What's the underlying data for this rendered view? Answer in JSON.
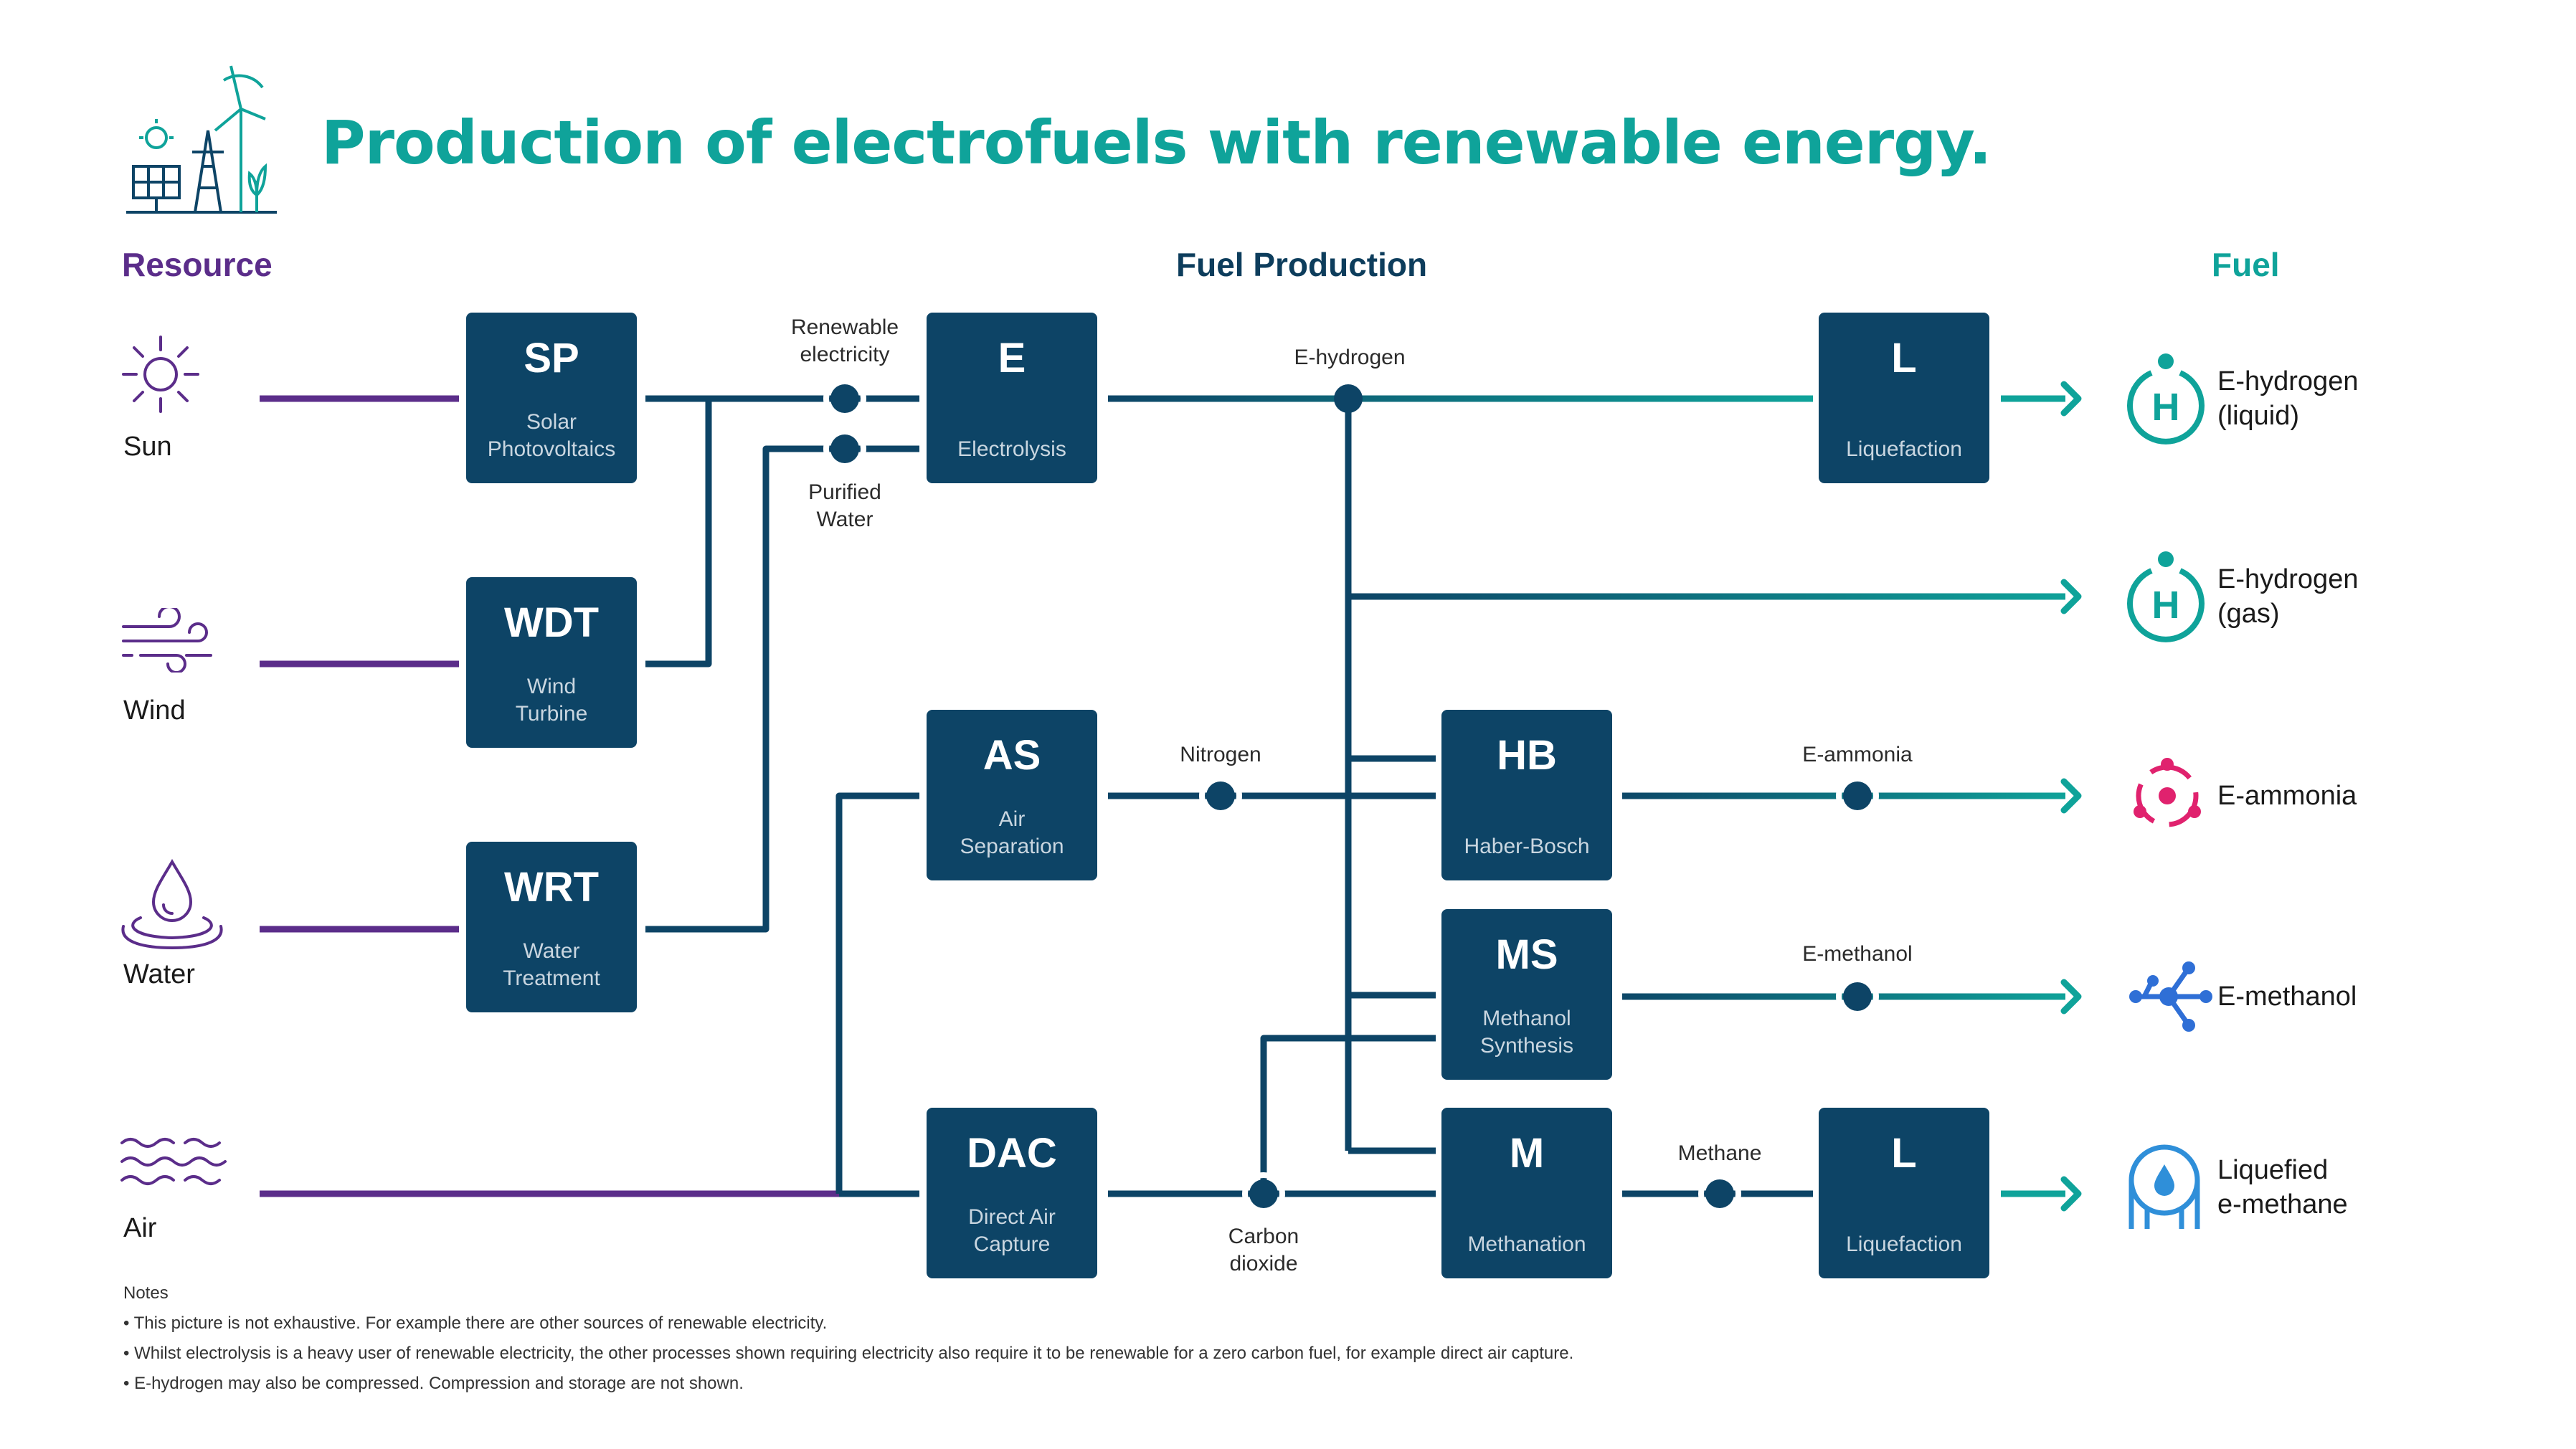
{
  "title": "Production of electrofuels with renewable energy.",
  "columns": {
    "resource": "Resource",
    "fuel_production": "Fuel Production",
    "fuel": "Fuel"
  },
  "resources": [
    {
      "label": "Sun",
      "icon": "sun-icon"
    },
    {
      "label": "Wind",
      "icon": "wind-icon"
    },
    {
      "label": "Water",
      "icon": "water-drop-icon"
    },
    {
      "label": "Air",
      "icon": "air-waves-icon"
    }
  ],
  "boxes": {
    "sp": {
      "code": "SP",
      "name": "Solar\nPhotovoltaics"
    },
    "wdt": {
      "code": "WDT",
      "name": "Wind\nTurbine"
    },
    "wrt": {
      "code": "WRT",
      "name": "Water\nTreatment"
    },
    "e": {
      "code": "E",
      "name": "Electrolysis"
    },
    "as": {
      "code": "AS",
      "name": "Air\nSeparation"
    },
    "dac": {
      "code": "DAC",
      "name": "Direct Air\nCapture"
    },
    "hb": {
      "code": "HB",
      "name": "Haber-Bosch"
    },
    "ms": {
      "code": "MS",
      "name": "Methanol\nSynthesis"
    },
    "m": {
      "code": "M",
      "name": "Methanation"
    },
    "l1": {
      "code": "L",
      "name": "Liquefaction"
    },
    "l2": {
      "code": "L",
      "name": "Liquefaction"
    }
  },
  "flow_labels": {
    "renewable_electricity": "Renewable\nelectricity",
    "purified_water": "Purified\nWater",
    "e_hydrogen": "E-hydrogen",
    "nitrogen": "Nitrogen",
    "e_ammonia": "E-ammonia",
    "e_methanol": "E-methanol",
    "carbon_dioxide": "Carbon\ndioxide",
    "methane": "Methane"
  },
  "fuels": [
    {
      "label": "E-hydrogen\n(liquid)",
      "icon": "hydrogen-icon"
    },
    {
      "label": "E-hydrogen\n(gas)",
      "icon": "hydrogen-icon"
    },
    {
      "label": "E-ammonia",
      "icon": "ammonia-molecule-icon"
    },
    {
      "label": "E-methanol",
      "icon": "methanol-molecule-icon"
    },
    {
      "label": "Liquefied\ne-methane",
      "icon": "methane-tank-icon"
    }
  ],
  "notes": {
    "heading": "Notes",
    "items": [
      "This picture is not exhaustive. For example there are other sources of renewable electricity.",
      "Whilst electrolysis is a heavy user of renewable electricity, the other processes shown requiring electricity also require it to be renewable for a zero carbon fuel, for example direct air capture.",
      "E-hydrogen may also be compressed. Compression and storage are not shown."
    ]
  },
  "colors": {
    "teal": "#0fa39a",
    "navy": "#0d4466",
    "purple": "#5b2d8a",
    "pink": "#e0226e",
    "blue": "#2f6fd6",
    "light_blue": "#2f8fd9"
  }
}
